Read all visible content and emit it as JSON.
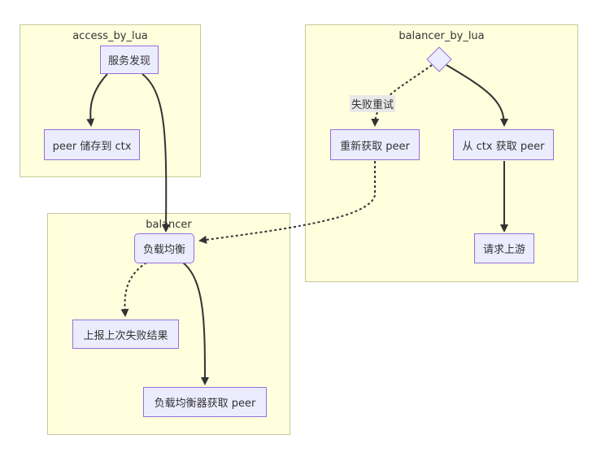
{
  "clusters": {
    "access": {
      "title": "access_by_lua"
    },
    "balancer": {
      "title": "balancer"
    },
    "balancer_by_lua": {
      "title": "balancer_by_lua"
    }
  },
  "nodes": {
    "service_discovery": "服务发现",
    "peer_store_ctx": "peer 储存到 ctx",
    "load_balance": "负载均衡",
    "report_last_failure": "上报上次失败结果",
    "lb_get_peer": "负载均衡器获取 peer",
    "regain_peer": "重新获取 peer",
    "ctx_get_peer": "从 ctx 获取 peer",
    "request_upstream": "请求上游"
  },
  "edge_labels": {
    "retry_on_failure": "失败重试"
  },
  "colors": {
    "cluster_fill": "#ffffde",
    "cluster_stroke": "#c8c896",
    "node_fill": "#ececff",
    "node_stroke": "#9370db",
    "edge": "#333333"
  }
}
